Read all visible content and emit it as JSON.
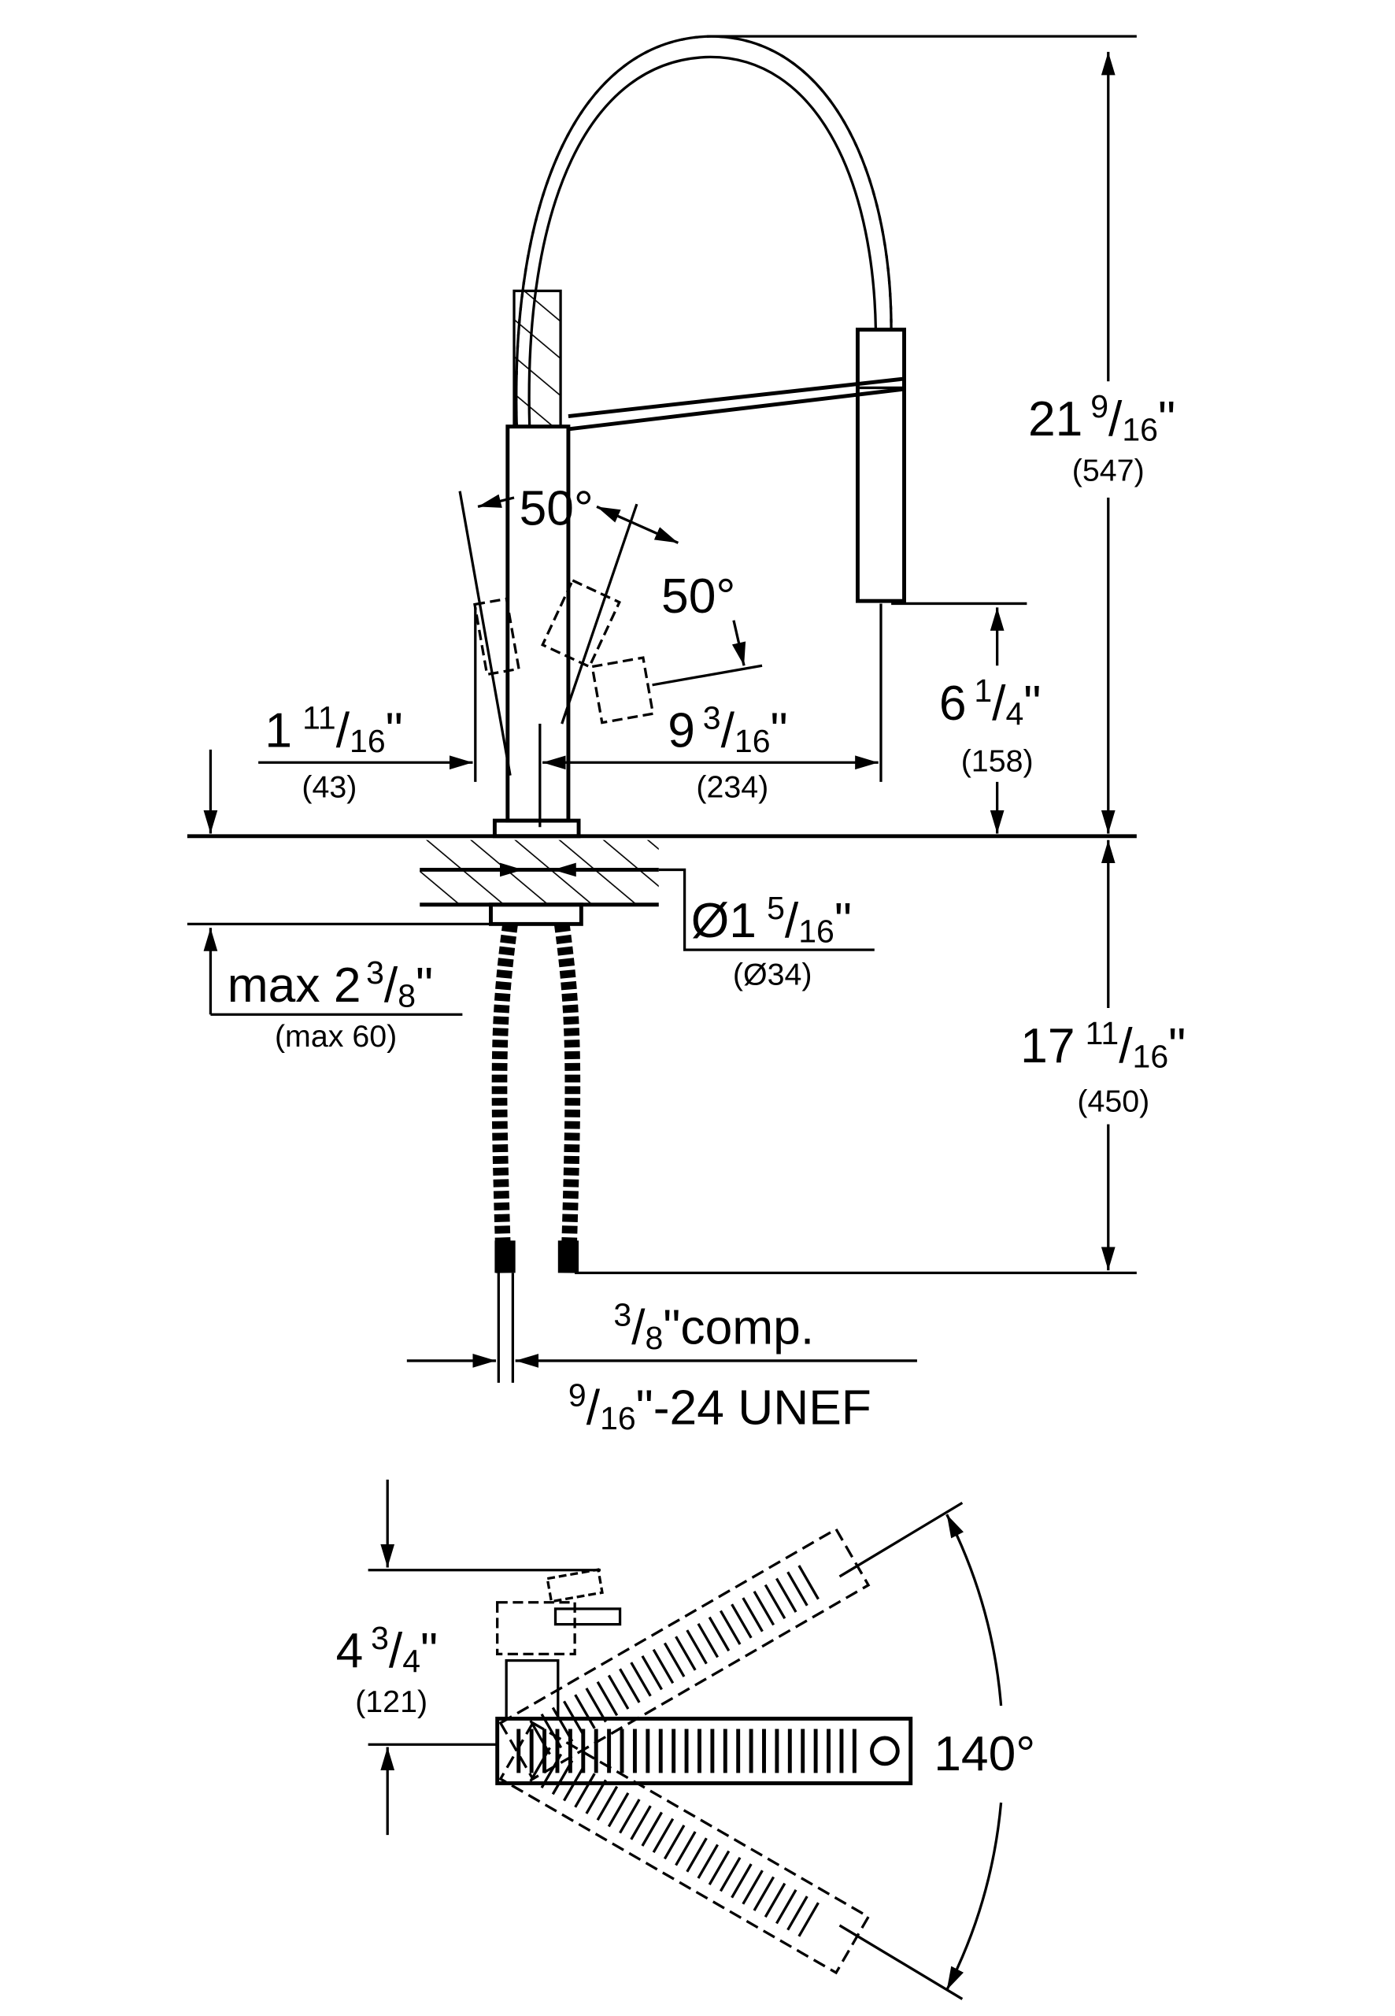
{
  "side_view": {
    "height_total": {
      "whole": "21",
      "num": "9",
      "den": "16",
      "unit": "\"",
      "mm": "(547)"
    },
    "spout_height": {
      "whole": "6",
      "num": "1",
      "den": "4",
      "unit": "\"",
      "mm": "(158)"
    },
    "offset_left": {
      "whole": "1",
      "num": "11",
      "den": "16",
      "unit": "\"",
      "mm": "(43)"
    },
    "reach": {
      "whole": "9",
      "num": "3",
      "den": "16",
      "unit": "\"",
      "mm": "(234)"
    },
    "angle_left": "50°",
    "angle_right": "50°",
    "hole_diameter": {
      "whole": "Ø1",
      "num": "5",
      "den": "16",
      "unit": "\"",
      "mm": "(Ø34)"
    },
    "deck_thickness": {
      "whole": "max 2",
      "num": "3",
      "den": "8",
      "unit": "\"",
      "mm": "(max 60)"
    },
    "hose_length": {
      "whole": "17",
      "num": "11",
      "den": "16",
      "unit": "\"",
      "mm": "(450)"
    },
    "connection_comp": {
      "num": "3",
      "den": "8",
      "rest": "\"comp."
    },
    "connection_thread": {
      "num": "9",
      "den": "16",
      "rest": "\"-24 UNEF"
    }
  },
  "top_view": {
    "clearance": {
      "whole": "4",
      "num": "3",
      "den": "4",
      "unit": "\"",
      "mm": "(121)"
    },
    "swivel_angle": "140°"
  }
}
